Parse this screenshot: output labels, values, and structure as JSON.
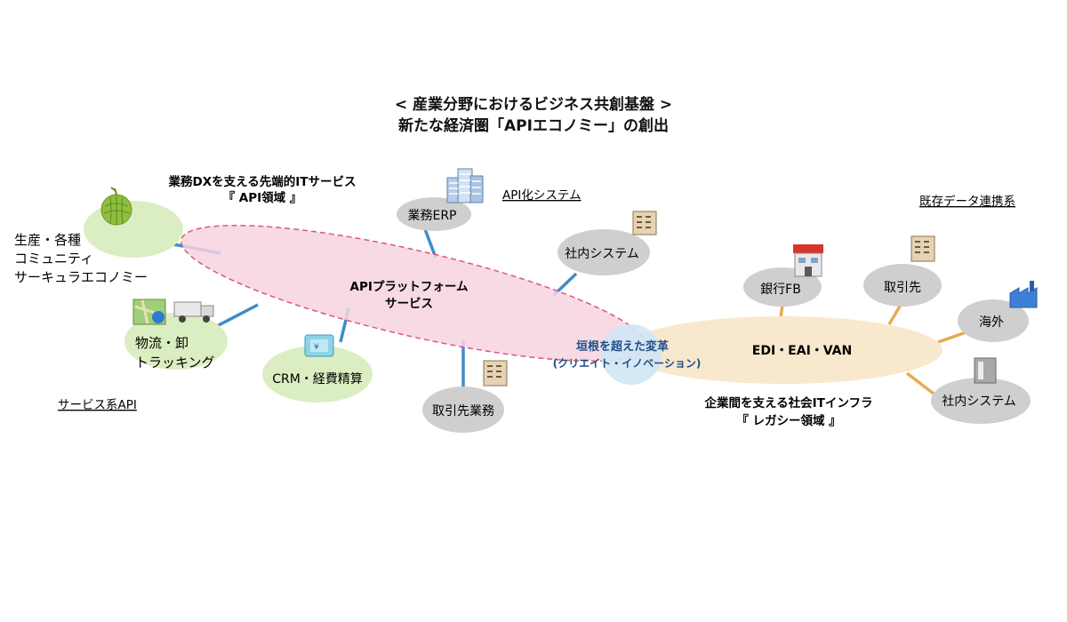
{
  "title": {
    "line1": "< 産業分野におけるビジネス共創基盤 >",
    "line2": "新たな経済圏「APIエコノミー」の創出"
  },
  "api_area": {
    "heading1": "業務DXを支える先端的ITサービス",
    "heading2": "『 API領域 』",
    "platform1": "APIプラットフォーム",
    "platform2": "サービス"
  },
  "legacy_area": {
    "hub": "EDI・EAI・VAN",
    "heading1": "企業間を支える社会ITインフラ",
    "heading2": "『 レガシー領域 』"
  },
  "innovation": {
    "line1": "垣根を超えた変革",
    "line2": "(クリエイト・イノベーション)"
  },
  "section_labels": {
    "api_system": "API化システム",
    "existing_data": "既存データ連携系",
    "service_api": "サービス系API"
  },
  "nodes": {
    "production": [
      "生産・各種",
      "コミュニティ",
      "サーキュラエコノミー"
    ],
    "logistics": [
      "物流・卸",
      "トラッキング"
    ],
    "crm": "CRM・経費精算",
    "erp": "業務ERP",
    "internal_top": "社内システム",
    "partner_ops": "取引先業務",
    "bank": "銀行FB",
    "partner": "取引先",
    "overseas": "海外",
    "internal_right": "社内システム"
  },
  "colors": {
    "api_fill": "#f6d3df",
    "api_stroke": "#d9577f",
    "legacy_fill": "#f8e8cd",
    "node_green": "#dbeec1",
    "node_gray": "#cfcfcf",
    "link_blue": "#3f8cc8",
    "link_orange": "#e6ab55",
    "innovation_fill": "#cfe6f5"
  }
}
